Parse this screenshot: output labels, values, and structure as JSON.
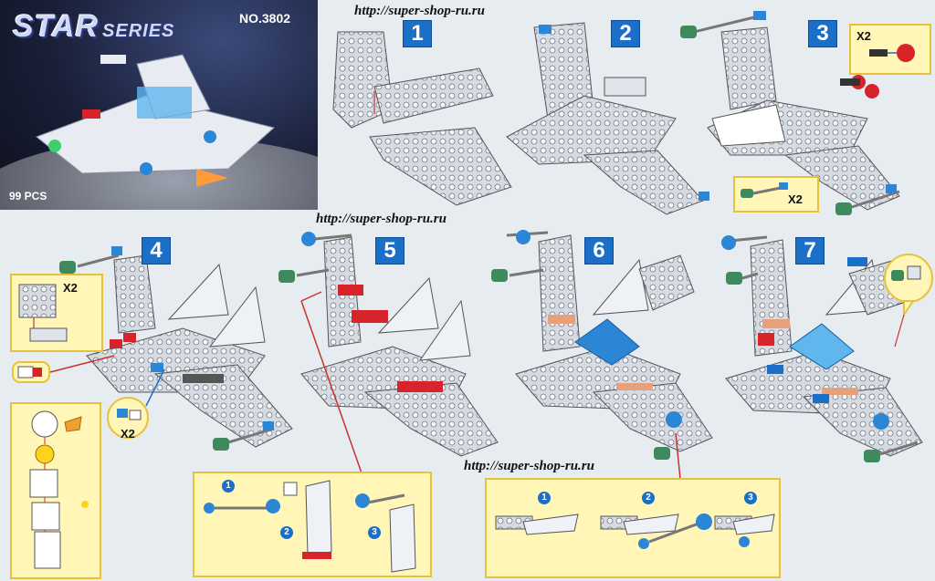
{
  "cover": {
    "brand_star": "STAR",
    "brand_series": "SERIES",
    "model_number": "NO.3802",
    "piece_count": "99 PCS"
  },
  "watermarks": [
    "http://super-shop-ru.ru",
    "http://super-shop-ru.ru",
    "http://super-shop-ru.ru"
  ],
  "steps": [
    "1",
    "2",
    "3",
    "4",
    "5",
    "6",
    "7"
  ],
  "callouts": {
    "step3_top_multiplier": "X2",
    "step3_bottom_multiplier": "X2",
    "step4_plate_multiplier": "X2",
    "step4_bracket_multiplier": "X2",
    "step5_substeps": [
      "1",
      "2",
      "3"
    ],
    "step6_substeps": [
      "1",
      "2",
      "3"
    ]
  },
  "colors": {
    "step_badge": "#1b6fc7",
    "callout_bg": "#fff6b8",
    "callout_border": "#e6c23c",
    "brick_grey": "#c9ced6",
    "brick_blue": "#2b86d6",
    "brick_red": "#d8232a",
    "brick_green": "#3f8a5c",
    "pointer_red": "#c8322e"
  }
}
